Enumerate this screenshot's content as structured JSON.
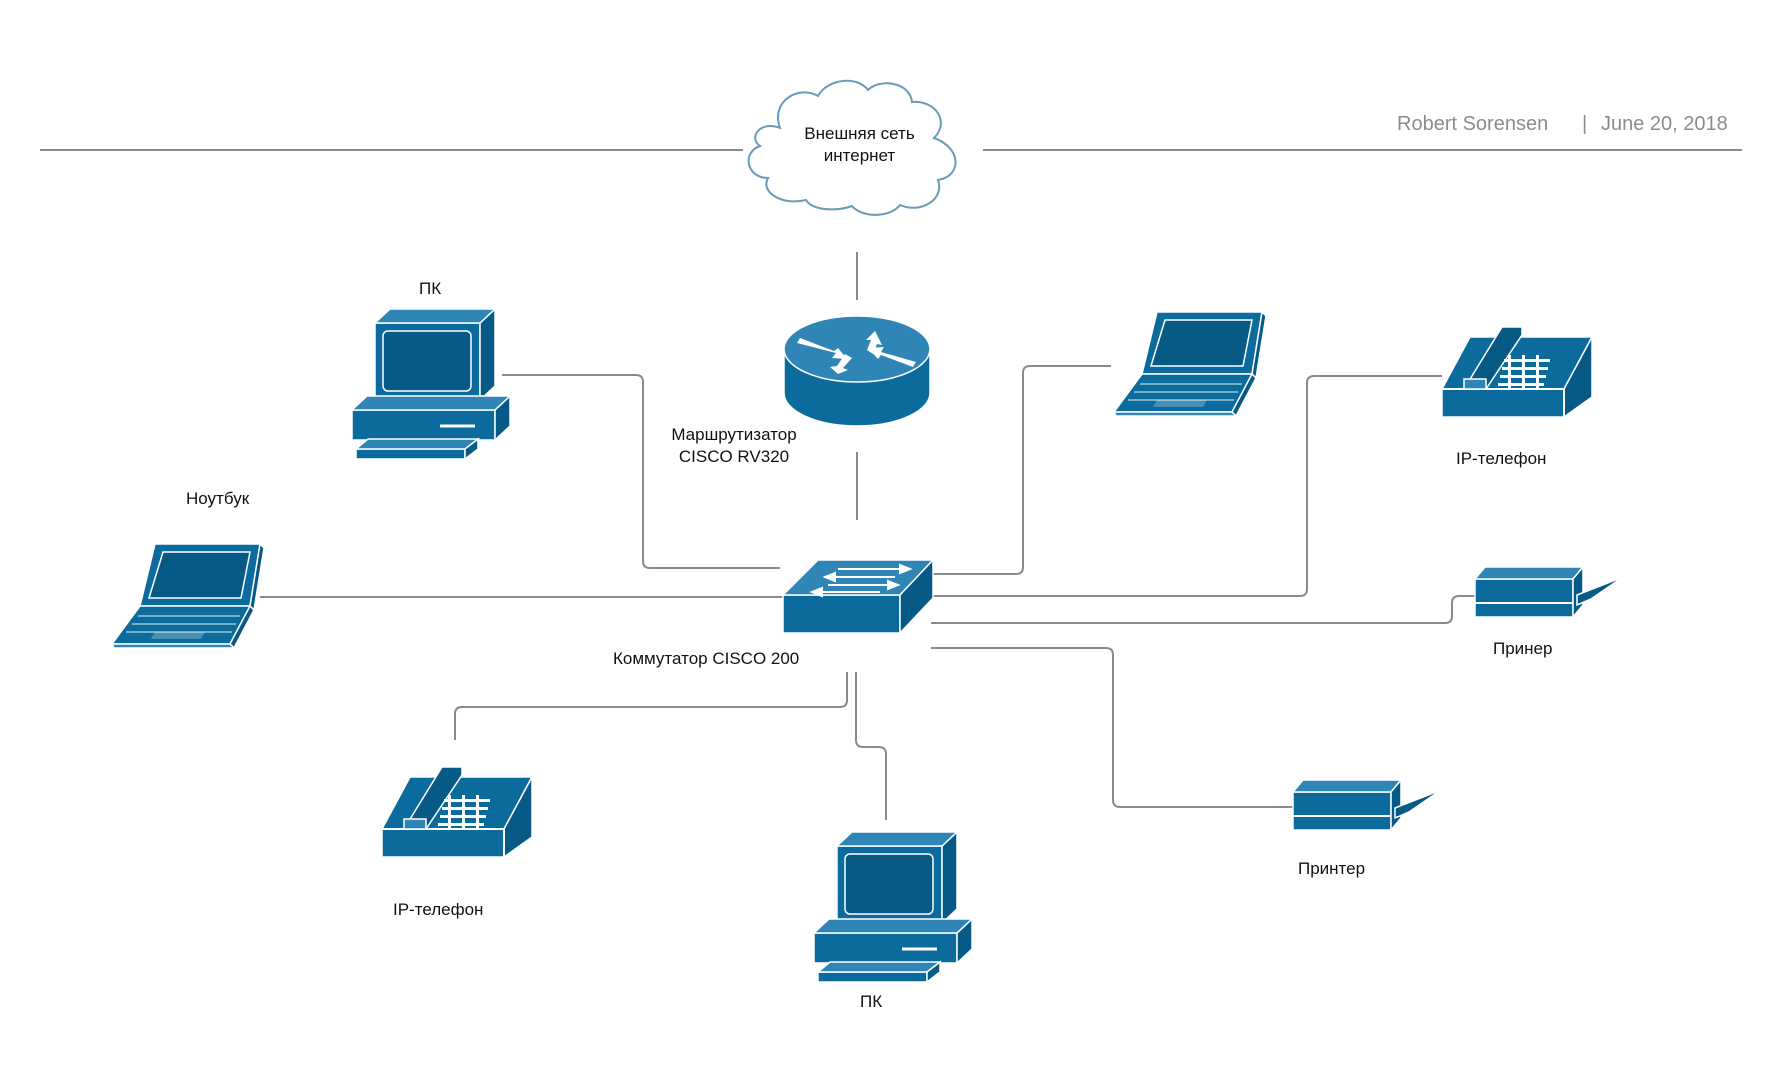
{
  "header": {
    "author": "Robert Sorensen",
    "separator": "|",
    "date": "June 20, 2018"
  },
  "colors": {
    "device": "#0a6b9c",
    "device_dark": "#075a85",
    "device_light": "#2f86b6",
    "outline": "#ffffff",
    "wire": "#8a8a8a",
    "cloud_stroke": "#6a9ab8"
  },
  "nodes": {
    "cloud": {
      "line1": "Внешняя сеть",
      "line2": "интернет",
      "icon": "cloud-icon"
    },
    "router": {
      "line1": "Маршрутизатор",
      "line2": "CISCO RV320",
      "icon": "router-icon"
    },
    "switch": {
      "label": "Коммутатор CISCO 200",
      "icon": "switch-icon"
    },
    "pc_top": {
      "label": "ПК",
      "icon": "desktop-pc-icon"
    },
    "pc_bottom": {
      "label": "ПК",
      "icon": "desktop-pc-icon"
    },
    "laptop_left": {
      "label": "Ноутбук",
      "icon": "laptop-icon"
    },
    "laptop_right": {
      "label": "",
      "icon": "laptop-icon"
    },
    "phone_right": {
      "label": "IP-телефон",
      "icon": "ip-phone-icon"
    },
    "phone_bottom": {
      "label": "IP-телефон",
      "icon": "ip-phone-icon"
    },
    "printer_right": {
      "label": "Принер",
      "icon": "printer-icon"
    },
    "printer_bottom": {
      "label": "Принтер",
      "icon": "printer-icon"
    }
  }
}
